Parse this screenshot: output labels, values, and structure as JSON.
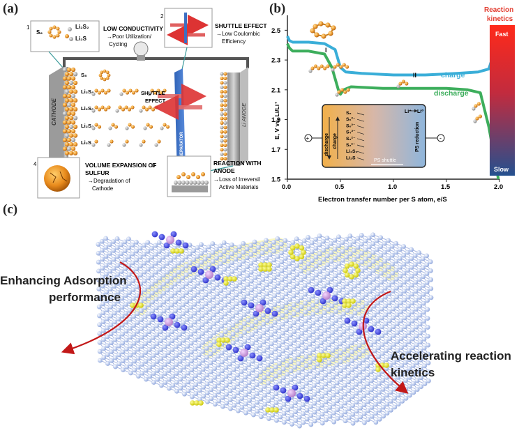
{
  "panels": {
    "a": "(a)",
    "b": "(b)",
    "c": "(c)"
  },
  "panel_a": {
    "callouts": [
      {
        "num": "1",
        "title": "LOW CONDUCTIVITY",
        "lines": [
          "→Poor Utilization/",
          "Cycling"
        ]
      },
      {
        "num": "2",
        "title": "SHUTTLE EFFECT",
        "lines": [
          "→Low Coulombic",
          "Efficiency"
        ]
      },
      {
        "num": "4",
        "title": "VOLUME EXPANSION OF",
        "num_inline": "3",
        "title2": "SULFUR",
        "lines": [
          "→Degradation of",
          "Cathode"
        ]
      },
      {
        "num": "",
        "title": "REACTION WITH",
        "title2": "ANODE",
        "lines": [
          "→Loss of Irreversil",
          "Active Materials"
        ]
      }
    ],
    "box1_species": [
      "S₈",
      "Li₂S₂",
      "Li₂S"
    ],
    "species": [
      "S₈",
      "Li₂S₈",
      "Li₂S₆",
      "Li₂S₂",
      "Li₂S"
    ],
    "cathode_label": "CATHODE",
    "anode_label": "Li ANODE",
    "separator_label": "SEPARATOR",
    "shuttle_label_1": "SHUTTLE",
    "shuttle_label_2": "EFFECT"
  },
  "panel_b": {
    "ylabel": "E, V vs. Li/Li⁺",
    "xlabel": "Electron transfer number per S atom, e/S",
    "yticks": [
      "2.5",
      "2.3",
      "2.1",
      "1.9",
      "1.7",
      "1.5"
    ],
    "xticks": [
      "0.0",
      "0.5",
      "1.0",
      "1.5",
      "2.0"
    ],
    "label_I": "I",
    "label_II": "II",
    "charge": "charge",
    "discharge": "discharge",
    "kinetics_title_1": "Reaction",
    "kinetics_title_2": "kinetics",
    "fast": "Fast",
    "slow": "Slow",
    "inset": {
      "discharge": "discharge",
      "charge": "charge",
      "species": [
        "S₈",
        "S₆²⁻",
        "S₆²⁻",
        "S₄²⁻",
        "S₃²⁻",
        "S₂²⁻",
        "Li₂S₂",
        "Li₂S"
      ],
      "li_plus": "Li⁺",
      "li_zero": "Li⁰",
      "ps_reduction": "PS reduction",
      "ps_shuttle": "PS shuttle",
      "plus": "+",
      "minus": "-"
    },
    "colors": {
      "charge": "#3aaed8",
      "discharge": "#3dae5c"
    }
  },
  "chart_data": {
    "type": "line",
    "xlabel": "Electron transfer number per S atom, e/S",
    "ylabel": "E, V vs. Li/Li⁺",
    "xlim": [
      0.0,
      2.0
    ],
    "ylim": [
      1.5,
      2.6
    ],
    "series": [
      {
        "name": "charge",
        "x": [
          0.0,
          0.02,
          0.05,
          0.2,
          0.35,
          0.45,
          0.5,
          0.55,
          0.7,
          1.0,
          1.3,
          1.6,
          1.8,
          1.9,
          1.94,
          1.97,
          1.99
        ],
        "y": [
          2.46,
          2.43,
          2.42,
          2.42,
          2.41,
          2.37,
          2.25,
          2.22,
          2.21,
          2.2,
          2.2,
          2.21,
          2.22,
          2.24,
          2.33,
          2.42,
          2.46
        ]
      },
      {
        "name": "discharge",
        "x": [
          0.0,
          0.02,
          0.05,
          0.2,
          0.35,
          0.42,
          0.48,
          0.5,
          0.53,
          0.6,
          0.9,
          1.2,
          1.5,
          1.7,
          1.82,
          1.9,
          1.95,
          1.99
        ],
        "y": [
          2.41,
          2.38,
          2.36,
          2.36,
          2.34,
          2.25,
          2.1,
          2.07,
          2.1,
          2.12,
          2.11,
          2.11,
          2.11,
          2.1,
          2.08,
          1.85,
          1.65,
          1.5
        ]
      }
    ]
  },
  "panel_c": {
    "left_label_1": "Enhancing Adsorption",
    "left_label_2": "performance",
    "right_label_1": "Accelerating reaction",
    "right_label_2": "kinetics"
  }
}
